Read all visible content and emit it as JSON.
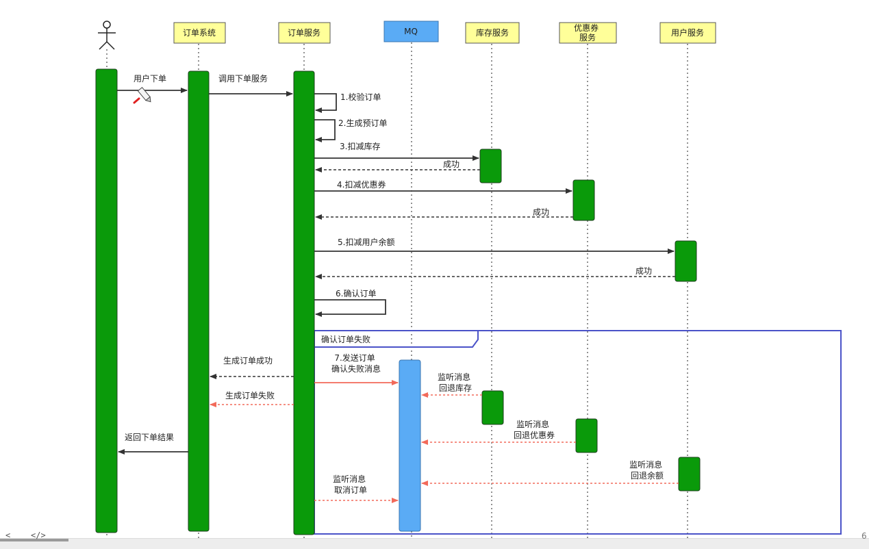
{
  "participants": [
    {
      "id": "user",
      "label": ""
    },
    {
      "id": "order_system",
      "label": "订单系统"
    },
    {
      "id": "order_service",
      "label": "订单服务"
    },
    {
      "id": "mq",
      "label": "MQ"
    },
    {
      "id": "stock_service",
      "label": "库存服务"
    },
    {
      "id": "coupon_service",
      "label": "优惠券\n服务"
    },
    {
      "id": "user_service",
      "label": "用户服务"
    }
  ],
  "messages": {
    "user_place_order": "用户下单",
    "call_order_service": "调用下单服务",
    "validate_order": "1.校验订单",
    "create_pre_order": "2.生成预订单",
    "deduct_stock": "3.扣减库存",
    "stock_success": "成功",
    "deduct_coupon": "4.扣减优惠券",
    "coupon_success": "成功",
    "deduct_balance": "5.扣减用户余额",
    "balance_success": "成功",
    "confirm_order": "6.确认订单",
    "order_created": "生成订单成功",
    "order_failed": "生成订单失败",
    "send_confirm_fail": "7.发送订单\n确认失败消息",
    "listen_rollback_stock": "监听消息\n回退库存",
    "listen_rollback_coupon": "监听消息\n回退优惠券",
    "listen_rollback_balance": "监听消息\n回退余额",
    "listen_cancel_order": "监听消息\n取消订单",
    "return_result": "返回下单结果"
  },
  "fragment": {
    "label": "确认订单失败"
  },
  "footer": {
    "prev_glyph": "<",
    "code_glyph": "</>",
    "page_number": "6"
  },
  "colors": {
    "activation": "#0a9a0a",
    "mq_activation": "#5aabf5",
    "participant_box": "#ffff99",
    "mq_box": "#5aabf5",
    "fragment_border": "#4a52c8",
    "failure_arrow": "#f26a5a",
    "normal_arrow": "#333333"
  },
  "icons": [
    "stick-figure-icon",
    "pencil-cursor-icon"
  ]
}
